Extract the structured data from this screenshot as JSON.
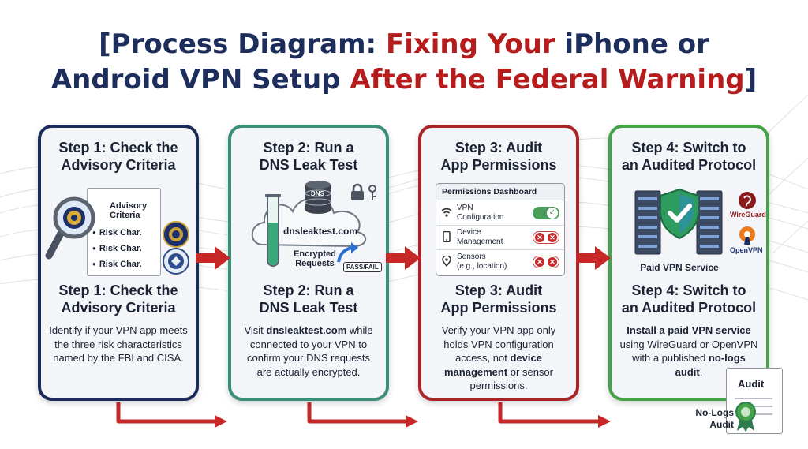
{
  "title": {
    "part1": "[Process Diagram: ",
    "part2": "Fixing Your",
    "part3": " iPhone or",
    "part4": "Android VPN Setup ",
    "part5": "After the Federal Warning",
    "part6": "]"
  },
  "steps": [
    {
      "heading": "Step 1: Check the Advisory Criteria",
      "heading_line1": "Step 1: Check the",
      "heading_line2": "Advisory Criteria",
      "illustration": {
        "doc_title_line1": "Advisory",
        "doc_title_line2": "Criteria",
        "items": [
          "Risk Char.",
          "Risk Char.",
          "Risk Char."
        ],
        "icons": [
          "magnifying-glass-icon",
          "fbi-seal-icon",
          "cisa-seal-icon"
        ]
      },
      "desc": "Identify if your VPN app meets the three risk characteristics named by the FBI and CISA."
    },
    {
      "heading_line1": "Step 2: Run a",
      "heading_line2": "DNS Leak Test",
      "illustration": {
        "site": "dnsleaktest.com",
        "dns_label": "DNS",
        "encrypted_line1": "Encrypted",
        "encrypted_line2": "Requests",
        "stamp": "PASS/FAIL",
        "icons": [
          "test-tube-icon",
          "cloud-icon",
          "database-icon",
          "lock-icon",
          "key-icon"
        ]
      },
      "desc_pre": "Visit ",
      "desc_bold": "dnsleaktest.com",
      "desc_post": " while connected to your VPN to confirm your DNS requests are actually encrypted."
    },
    {
      "heading_line1": "Step 3: Audit",
      "heading_line2": "App Permissions",
      "illustration": {
        "dashboard_title": "Permissions Dashboard",
        "rows": [
          {
            "label_line1": "VPN",
            "label_line2": "Configuration",
            "state": "on",
            "icon": "wifi-icon"
          },
          {
            "label_line1": "Device",
            "label_line2": "Management",
            "state": "off",
            "icon": "phone-icon"
          },
          {
            "label_line1": "Sensors",
            "label_line2": "(e.g., location)",
            "state": "off",
            "icon": "location-pin-icon"
          }
        ]
      },
      "desc_pre": "Verify your VPN app only holds VPN configuration access, not ",
      "desc_bold1": "device management",
      "desc_mid": " or sensor permissions."
    },
    {
      "heading_line1": "Step 4: Switch to",
      "heading_line2": "an Audited Protocol",
      "illustration": {
        "service_label": "Paid VPN Service",
        "wireguard": "WireGuard",
        "openvpn": "OpenVPN",
        "icons": [
          "server-rack-icon",
          "shield-check-icon",
          "wireguard-logo-icon",
          "openvpn-logo-icon"
        ]
      },
      "desc_bold1": "Install a paid VPN service",
      "desc_mid": " using WireGuard or OpenVPN with a published ",
      "desc_bold2": "no-logs audit",
      "desc_post": "."
    }
  ],
  "audit_badge": {
    "doc_title": "Audit",
    "caption_line1": "No-Logs",
    "caption_line2": "Audit"
  },
  "colors": {
    "navy": "#1e2e5c",
    "red": "#b71c1c",
    "teal": "#3a8f76",
    "green": "#43a346",
    "arrow": "#c62828"
  }
}
